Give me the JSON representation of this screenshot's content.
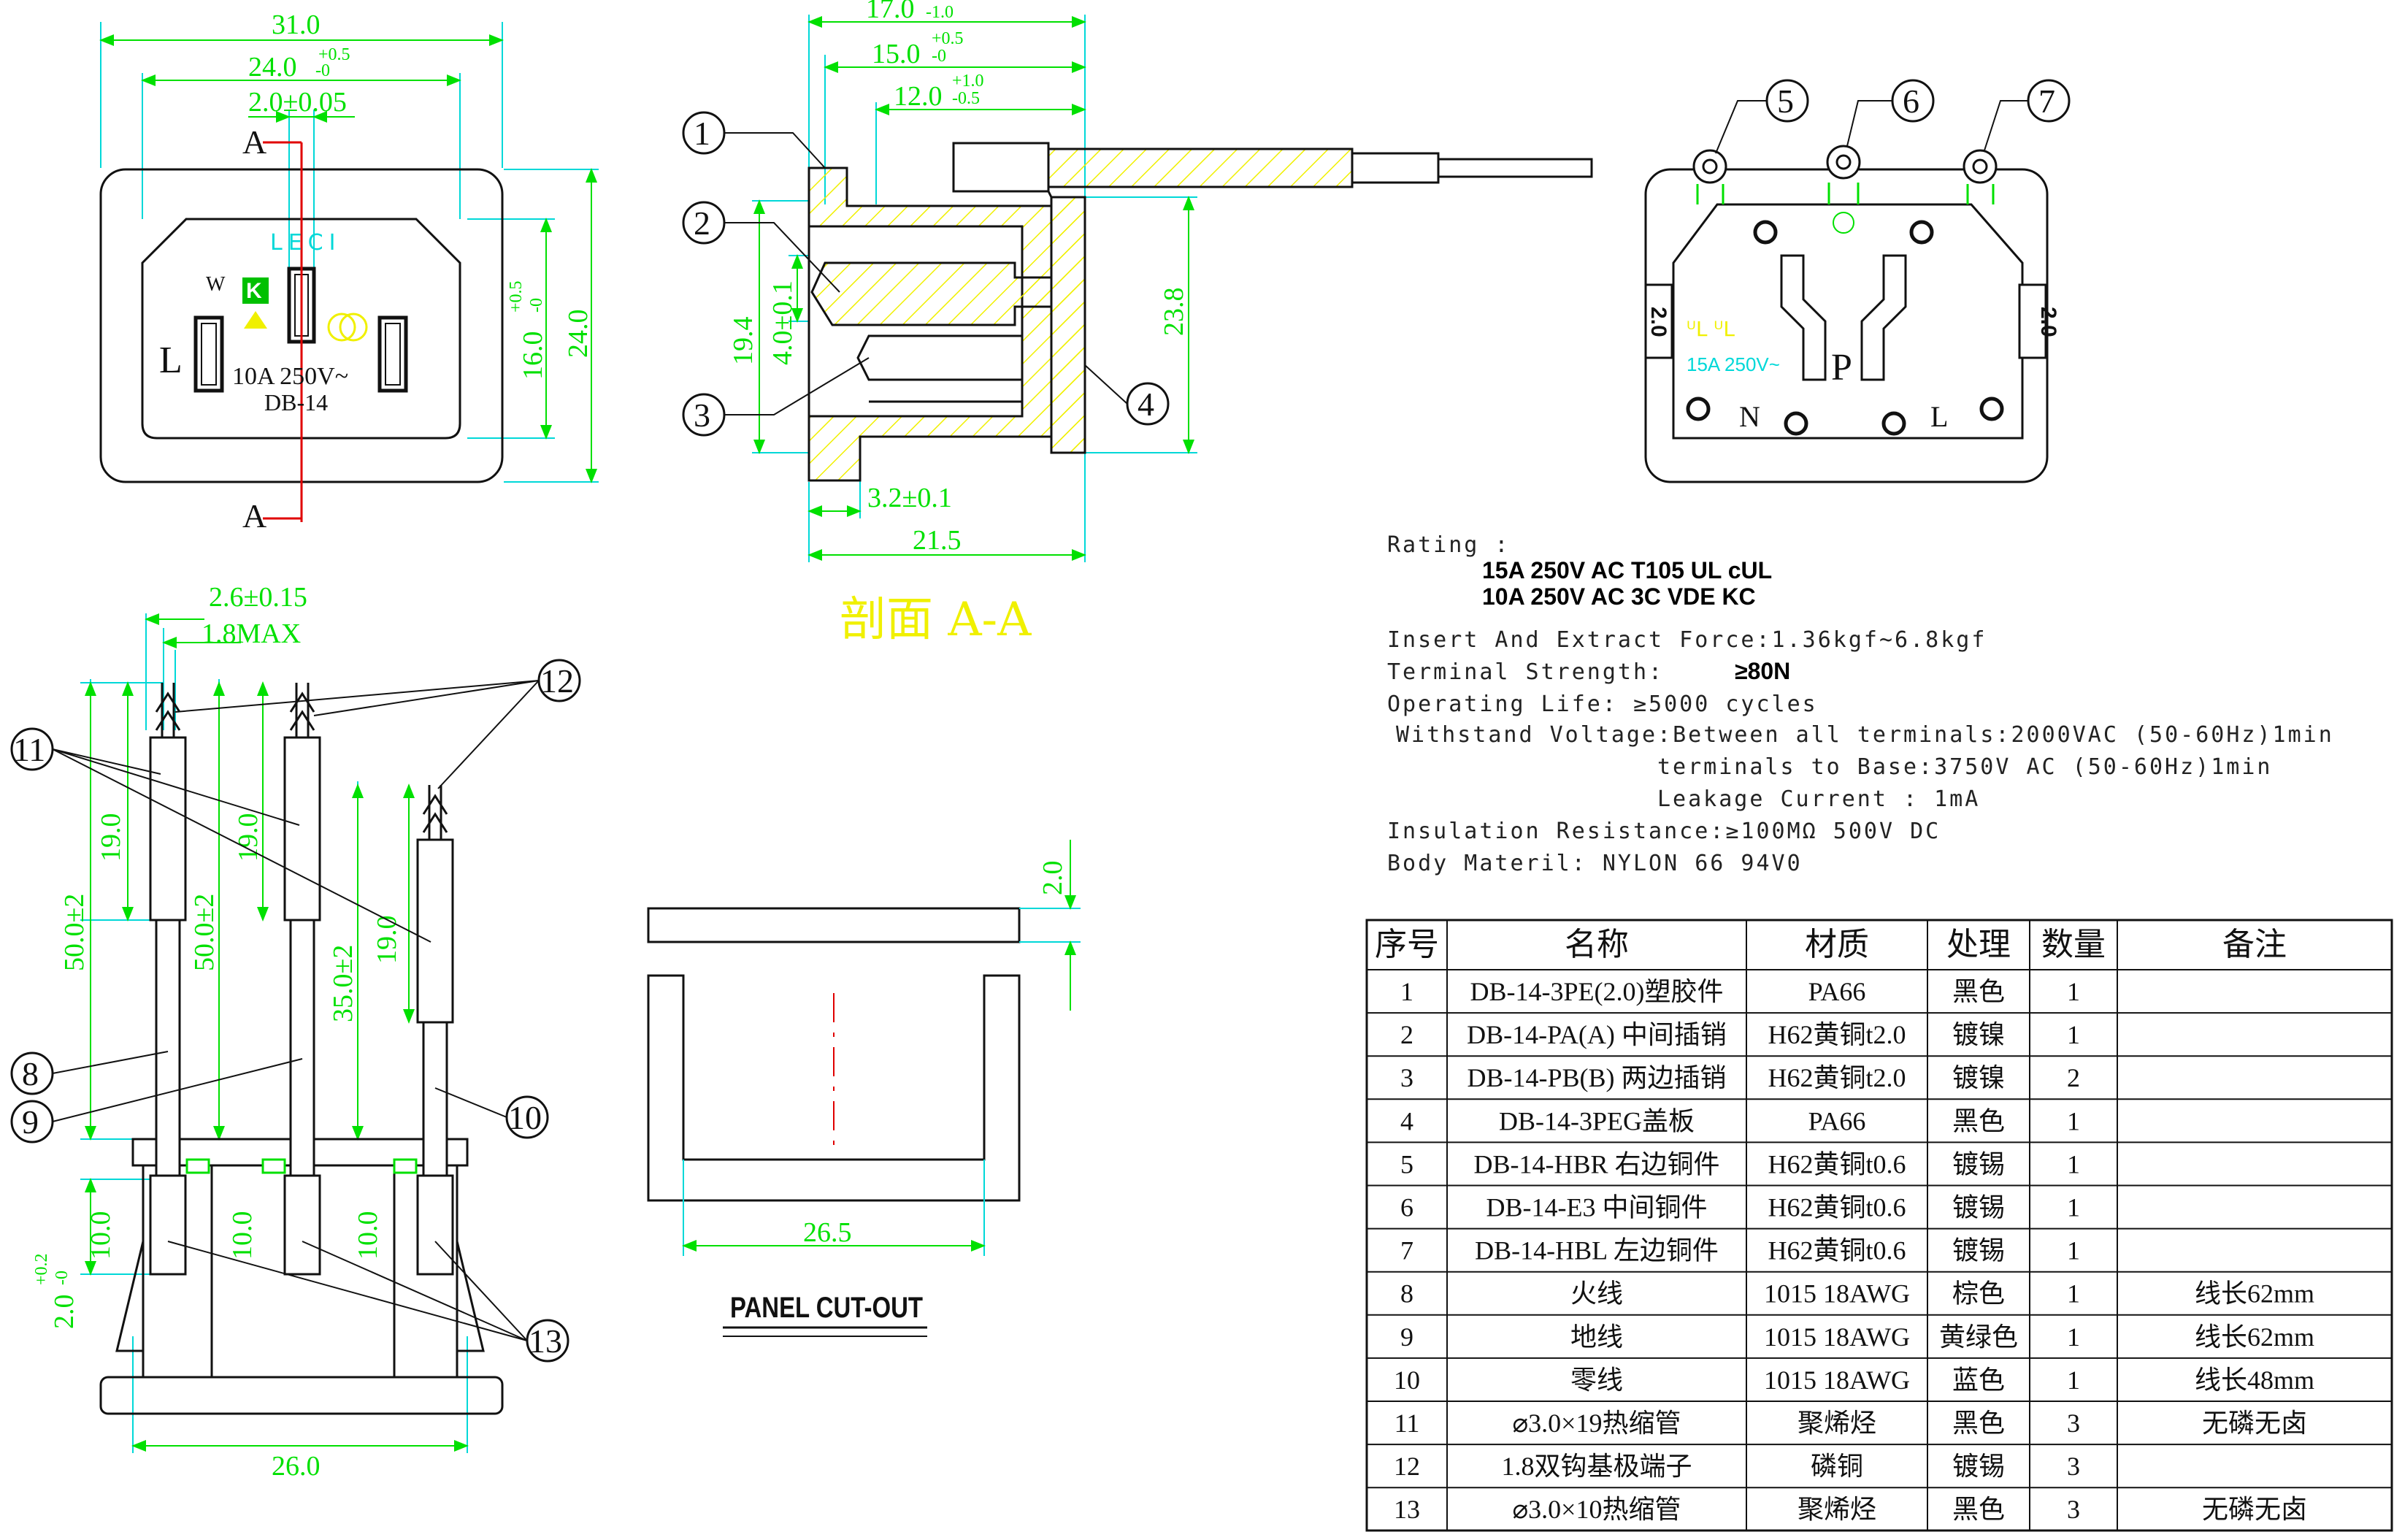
{
  "front_view": {
    "dims": {
      "overall_width": "31.0",
      "opening_width": "24.0",
      "opening_tol_upper": "+0.5",
      "opening_tol_lower": "-0",
      "pin_width": "2.0±0.05",
      "opening_height": "16.0",
      "opening_height_tol_upper": "+0.5",
      "opening_height_tol_lower": "-0",
      "overall_height": "24.0"
    },
    "section_mark": "A",
    "brand_text": "LECI",
    "w_mark": "W",
    "l_mark": "L",
    "rating_line1": "10A  250V~",
    "rating_line2": "DB-14"
  },
  "section_view": {
    "title": "剖面 A-A",
    "dims": {
      "top1": "17.0",
      "top1_tol": "-1.0",
      "top2": "15.0",
      "top2_tol_upper": "+0.5",
      "top2_tol_lower": "-0",
      "top3": "12.0",
      "top3_tol_upper": "+1.0",
      "top3_tol_lower": "-0.5",
      "left_outer": "19.4",
      "left_inner": "4.0±0.1",
      "right_height": "23.8",
      "bottom1": "3.2±0.1",
      "bottom2": "21.5"
    },
    "balloons": [
      "1",
      "2",
      "3",
      "4"
    ]
  },
  "rear_view": {
    "balloons": [
      "5",
      "6",
      "7"
    ],
    "side_label": "2.0",
    "rating": "15A  250V~",
    "n_mark": "N",
    "p_mark": "P",
    "l_mark": "L"
  },
  "side_view": {
    "dims": {
      "pin_tip": "2.6±0.15",
      "hook_max": "1.8MAX",
      "left_total": "50.0±2",
      "left_sleeve": "19.0",
      "mid_total": "50.0±2",
      "mid_sleeve": "19.0",
      "right_total": "35.0±2",
      "right_sleeve": "19.0",
      "tube_left": "10.0",
      "tube_mid": "10.0",
      "tube_right": "10.0",
      "panel_tol": "2.0",
      "panel_tol_upper": "+0.2",
      "panel_tol_lower": "-0",
      "base_width": "26.0"
    },
    "balloons": [
      "8",
      "9",
      "10",
      "11",
      "12",
      "13"
    ]
  },
  "panel_cutout": {
    "title": "PANEL CUT-OUT",
    "thickness": "2.0",
    "width": "26.5"
  },
  "specs": {
    "rating_label": "Rating :",
    "rating_line1": "15A 250V AC   T105   UL    cUL",
    "rating_line2": "10A 250V AC      3C   VDE    KC",
    "force": "Insert And Extract Force:1.36kgf~6.8kgf",
    "terminal_label": "Terminal  Strength:",
    "terminal_value": "≥80N",
    "life": "Operating Life: ≥5000   cycles",
    "withstand1": "Withstand Voltage:Between all terminals:2000VAC (50-60Hz)1min",
    "withstand2": "terminals to Base:3750V AC (50-60Hz)1min",
    "leakage": "Leakage Current :  1mA",
    "insulation": "Insulation Resistance:≥100MΩ  500V DC",
    "body": "Body Materil:         NYLON 66    94V0"
  },
  "bom": {
    "headers": [
      "序号",
      "名称",
      "材质",
      "处理",
      "数量",
      "备注"
    ],
    "rows": [
      [
        "1",
        "DB-14-3PE(2.0)塑胶件",
        "PA66",
        "黑色",
        "1",
        ""
      ],
      [
        "2",
        "DB-14-PA(A) 中间插销",
        "H62黄铜t2.0",
        "镀镍",
        "1",
        ""
      ],
      [
        "3",
        "DB-14-PB(B) 两边插销",
        "H62黄铜t2.0",
        "镀镍",
        "2",
        ""
      ],
      [
        "4",
        "DB-14-3PEG盖板",
        "PA66",
        "黑色",
        "1",
        ""
      ],
      [
        "5",
        "DB-14-HBR 右边铜件",
        "H62黄铜t0.6",
        "镀锡",
        "1",
        ""
      ],
      [
        "6",
        "DB-14-E3 中间铜件",
        "H62黄铜t0.6",
        "镀锡",
        "1",
        ""
      ],
      [
        "7",
        "DB-14-HBL 左边铜件",
        "H62黄铜t0.6",
        "镀锡",
        "1",
        ""
      ],
      [
        "8",
        "火线",
        "1015 18AWG",
        "棕色",
        "1",
        "线长62mm"
      ],
      [
        "9",
        "地线",
        "1015 18AWG",
        "黄绿色",
        "1",
        "线长62mm"
      ],
      [
        "10",
        "零线",
        "1015 18AWG",
        "蓝色",
        "1",
        "线长48mm"
      ],
      [
        "11",
        "⌀3.0×19热缩管",
        "聚烯烃",
        "黑色",
        "3",
        "无磷无卤"
      ],
      [
        "12",
        "1.8双钩基极端子",
        "磷铜",
        "镀锡",
        "3",
        ""
      ],
      [
        "13",
        "⌀3.0×10热缩管",
        "聚烯烃",
        "黑色",
        "3",
        "无磷无卤"
      ]
    ]
  },
  "colors": {
    "outline": "#111111",
    "dimension": "#00e000",
    "extension": "#00d8d8",
    "section_line": "#e00000",
    "hatch": "#f0f000",
    "title_yellow": "#f0f000",
    "brand_cyan": "#00d8d8"
  }
}
